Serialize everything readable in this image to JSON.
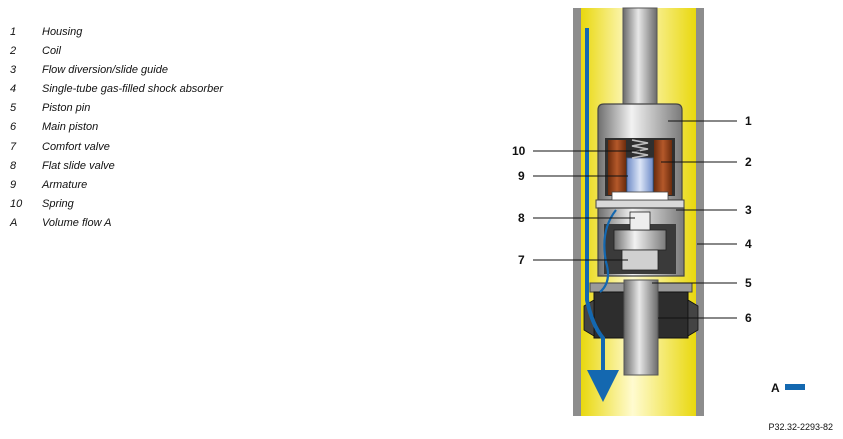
{
  "legend": {
    "items": [
      {
        "num": "1",
        "label": "Housing"
      },
      {
        "num": "2",
        "label": "Coil"
      },
      {
        "num": "3",
        "label": "Flow diversion/slide guide"
      },
      {
        "num": "4",
        "label": "Single-tube gas-filled shock absorber"
      },
      {
        "num": "5",
        "label": "Piston pin"
      },
      {
        "num": "6",
        "label": "Main piston"
      },
      {
        "num": "7",
        "label": "Comfort valve"
      },
      {
        "num": "8",
        "label": "Flat slide valve"
      },
      {
        "num": "9",
        "label": "Armature"
      },
      {
        "num": "10",
        "label": "Spring"
      },
      {
        "num": "A",
        "label": "Volume flow A"
      }
    ]
  },
  "callouts": {
    "c1": "1",
    "c2": "2",
    "c3": "3",
    "c4": "4",
    "c5": "5",
    "c6": "6",
    "c7": "7",
    "c8": "8",
    "c9": "9",
    "c10": "10"
  },
  "flow_label": "A",
  "figure_code": "P32.32-2293-82",
  "colors": {
    "tube_yellow": "#f2e21c",
    "tube_gray": "#8d8d8d",
    "flow_blue": "#1468b0",
    "coil_brown": "#8a3e16",
    "armature_blue": "#9fb4de"
  }
}
